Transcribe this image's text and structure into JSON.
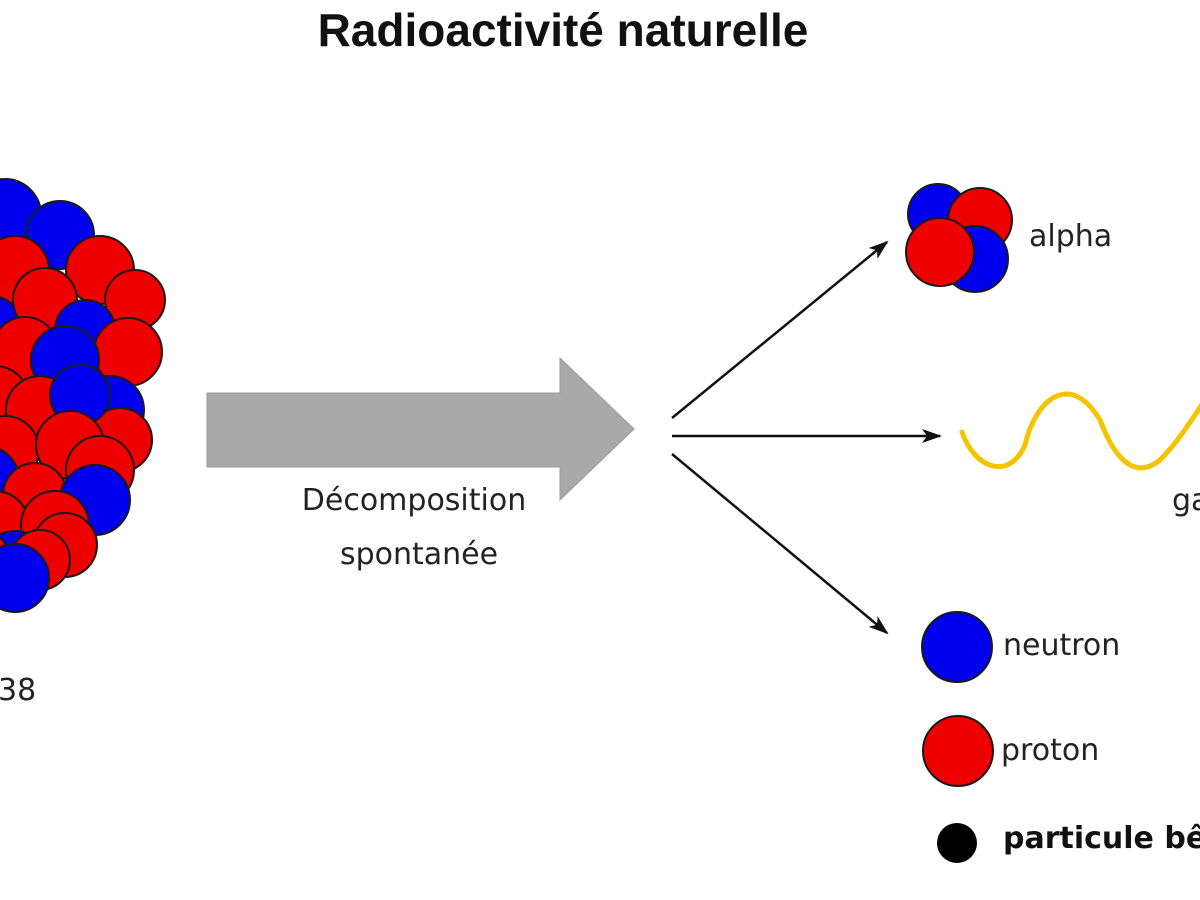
{
  "title": "Radioactivité naturelle",
  "nucleus": {
    "label_fragment": "38"
  },
  "process": {
    "line1": "Décomposition",
    "line2": "spontanée"
  },
  "emissions": {
    "alpha": "alpha",
    "gamma_fragment": "ga"
  },
  "legend": {
    "neutron": "neutron",
    "proton": "proton",
    "beta": "particule bê"
  },
  "colors": {
    "neutron": "#0000ee",
    "proton": "#ee0000",
    "gamma_wave": "#f5c400",
    "arrow_fill": "#a9a9a9",
    "beta": "#000000"
  }
}
